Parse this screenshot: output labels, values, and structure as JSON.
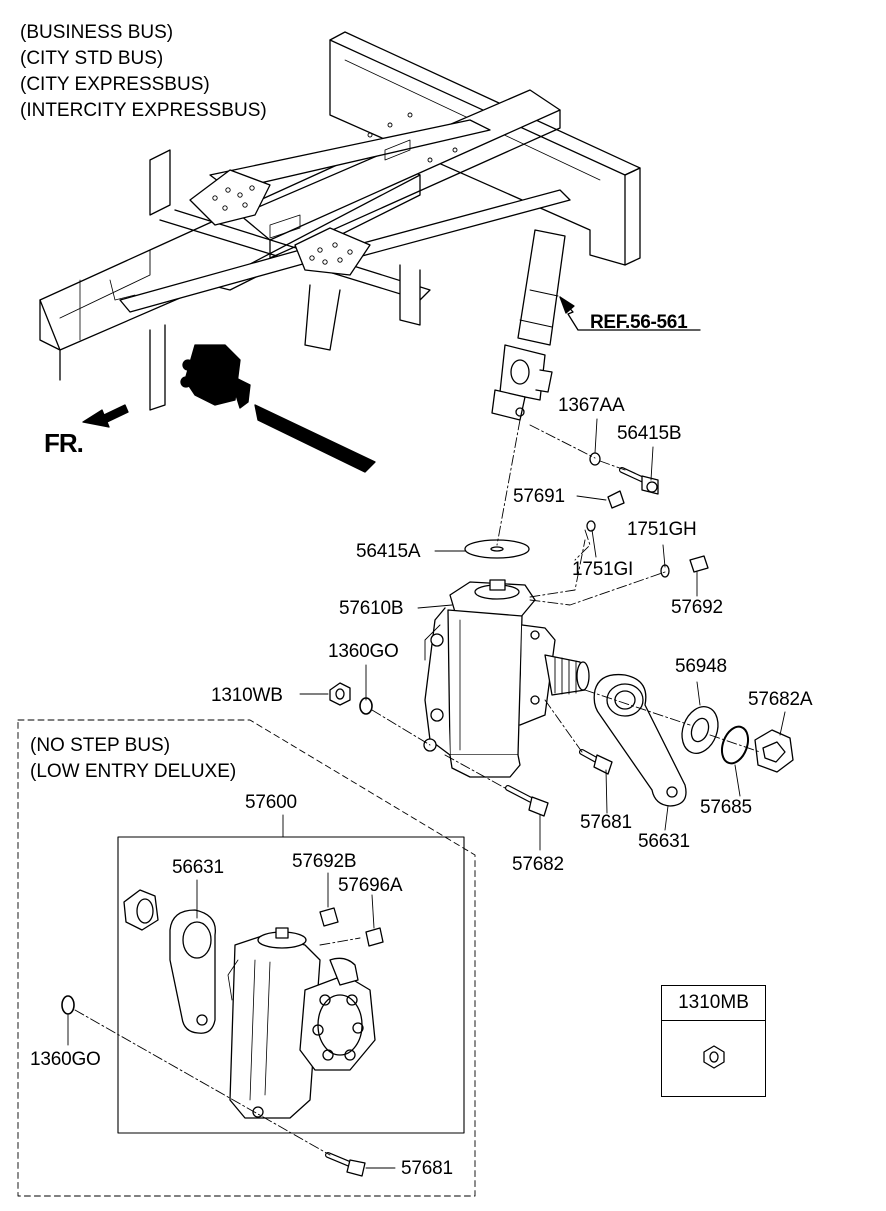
{
  "notes": {
    "applicable_models": [
      "(BUSINESS BUS)",
      "(CITY STD BUS)",
      "(CITY EXPRESSBUS)",
      "(INTERCITY EXPRESSBUS)"
    ],
    "variant_models": [
      "(NO STEP BUS)",
      "(LOW ENTRY DELUXE)"
    ]
  },
  "direction_label": "FR.",
  "reference_label": "REF.56-561",
  "part_labels": {
    "p1367AA": "1367AA",
    "p56415B": "56415B",
    "p57691": "57691",
    "p1751GH": "1751GH",
    "p56415A": "56415A",
    "p1751GI": "1751GI",
    "p57692": "57692",
    "p57610B": "57610B",
    "p1360GO": "1360GO",
    "p56948": "56948",
    "p1310WB": "1310WB",
    "p57682A": "57682A",
    "p57681": "57681",
    "p57685": "57685",
    "p56631": "56631",
    "p57682": "57682"
  },
  "variant_labels": {
    "p57600": "57600",
    "p56631": "56631",
    "p57692B": "57692B",
    "p57696A": "57696A",
    "p1360GO": "1360GO",
    "p57681": "57681"
  },
  "inset_box": {
    "label": "1310MB"
  }
}
